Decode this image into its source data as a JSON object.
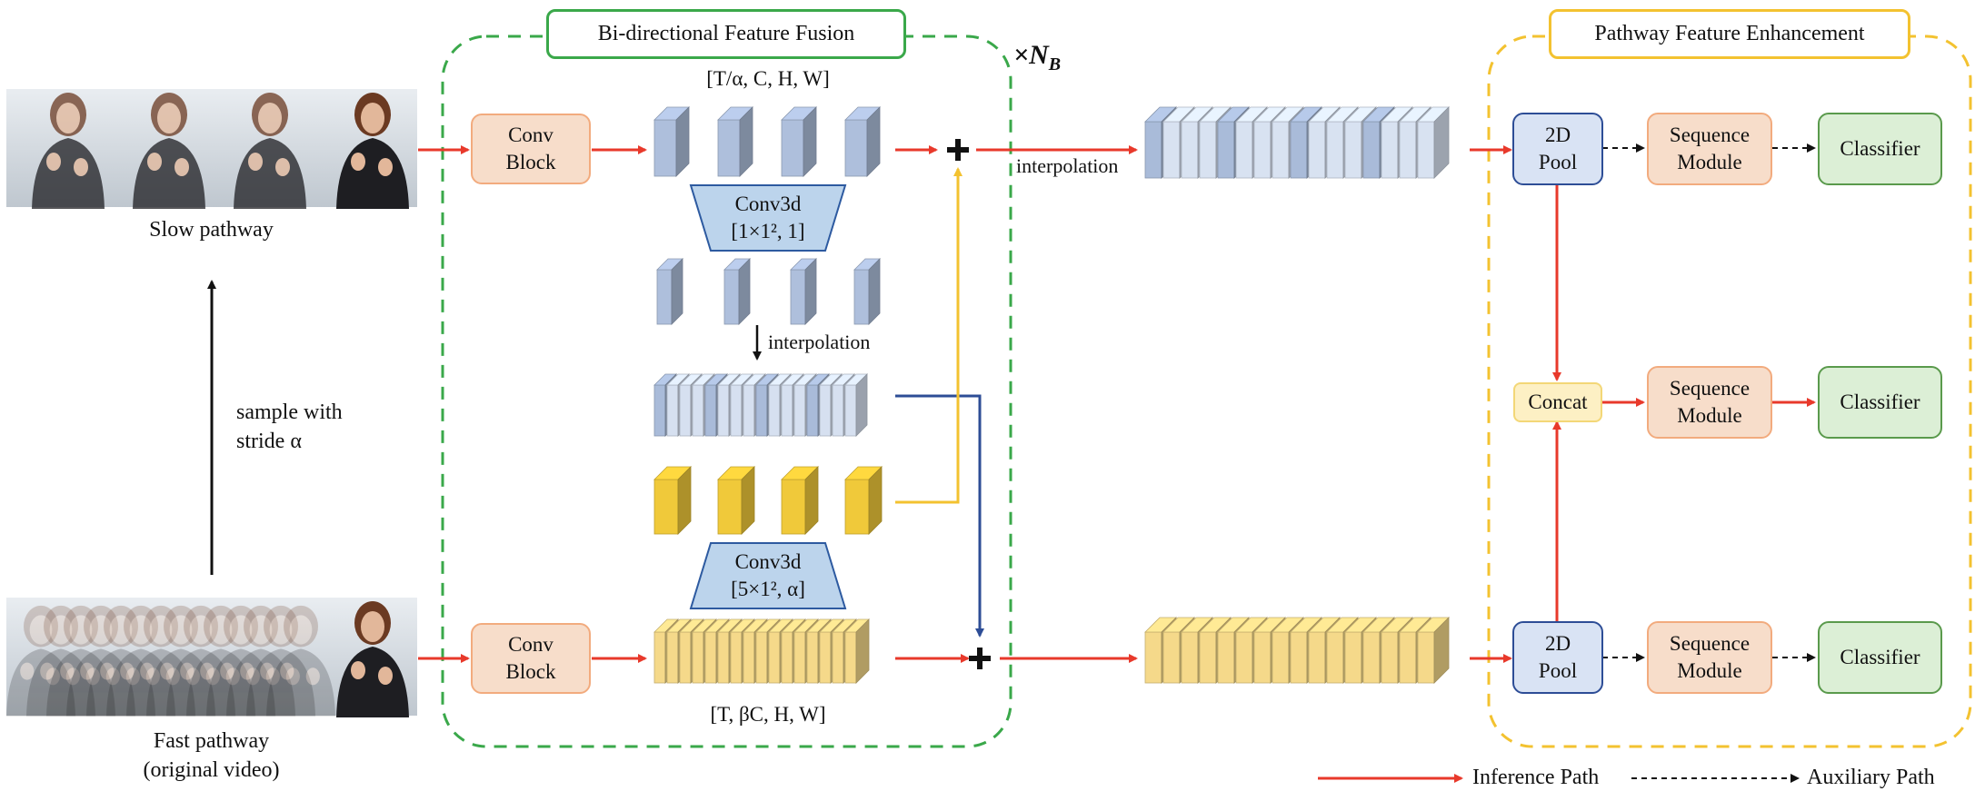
{
  "colors": {
    "inference": "#e8392b",
    "fusion_border": "#3aa84a",
    "enhance_border": "#f3c230",
    "slow_cube": "#b7c6e0",
    "fast_cube": "#f2d67b",
    "yellow_cube": "#f3cc3a",
    "conv_block_fill": "#f7ddca",
    "pool_fill": "#d9e3f4",
    "seq_fill": "#f7ddca",
    "cls_fill": "#dcefd6",
    "concat_fill": "#fdf0c4",
    "blue_line": "#2d4d96",
    "yellow_line": "#f3c230"
  },
  "left": {
    "slow_label": "Slow pathway",
    "fast_label_line1": "Fast pathway",
    "fast_label_line2": "(original video)",
    "sample_line1": "sample with",
    "sample_line2": "stride α"
  },
  "fusion": {
    "title": "Bi-directional Feature Fusion",
    "repeat": "×N",
    "repeat_sub": "B",
    "slow_shape": "[T/α, C, H, W]",
    "fast_shape": "[T, βC, H, W]",
    "conv_block_top": "Conv\nBlock",
    "conv_block_bottom": "Conv\nBlock",
    "conv3d_top_line1": "Conv3d",
    "conv3d_top_line2": "[1×1², 1]",
    "conv3d_bottom_line1": "Conv3d",
    "conv3d_bottom_line2": "[5×1², α]",
    "interp_inner": "interpolation",
    "plus": "+"
  },
  "middle": {
    "interp_label": "interpolation"
  },
  "enhance": {
    "title": "Pathway Feature Enhancement",
    "pool_top": "2D\nPool",
    "pool_bottom": "2D\nPool",
    "concat": "Concat",
    "seq_top": "Sequence\nModule",
    "seq_mid": "Sequence\nModule",
    "seq_bottom": "Sequence\nModule",
    "cls_top": "Classifier",
    "cls_mid": "Classifier",
    "cls_bottom": "Classifier"
  },
  "legend": {
    "inference": "Inference Path",
    "auxiliary": "Auxiliary Path"
  }
}
